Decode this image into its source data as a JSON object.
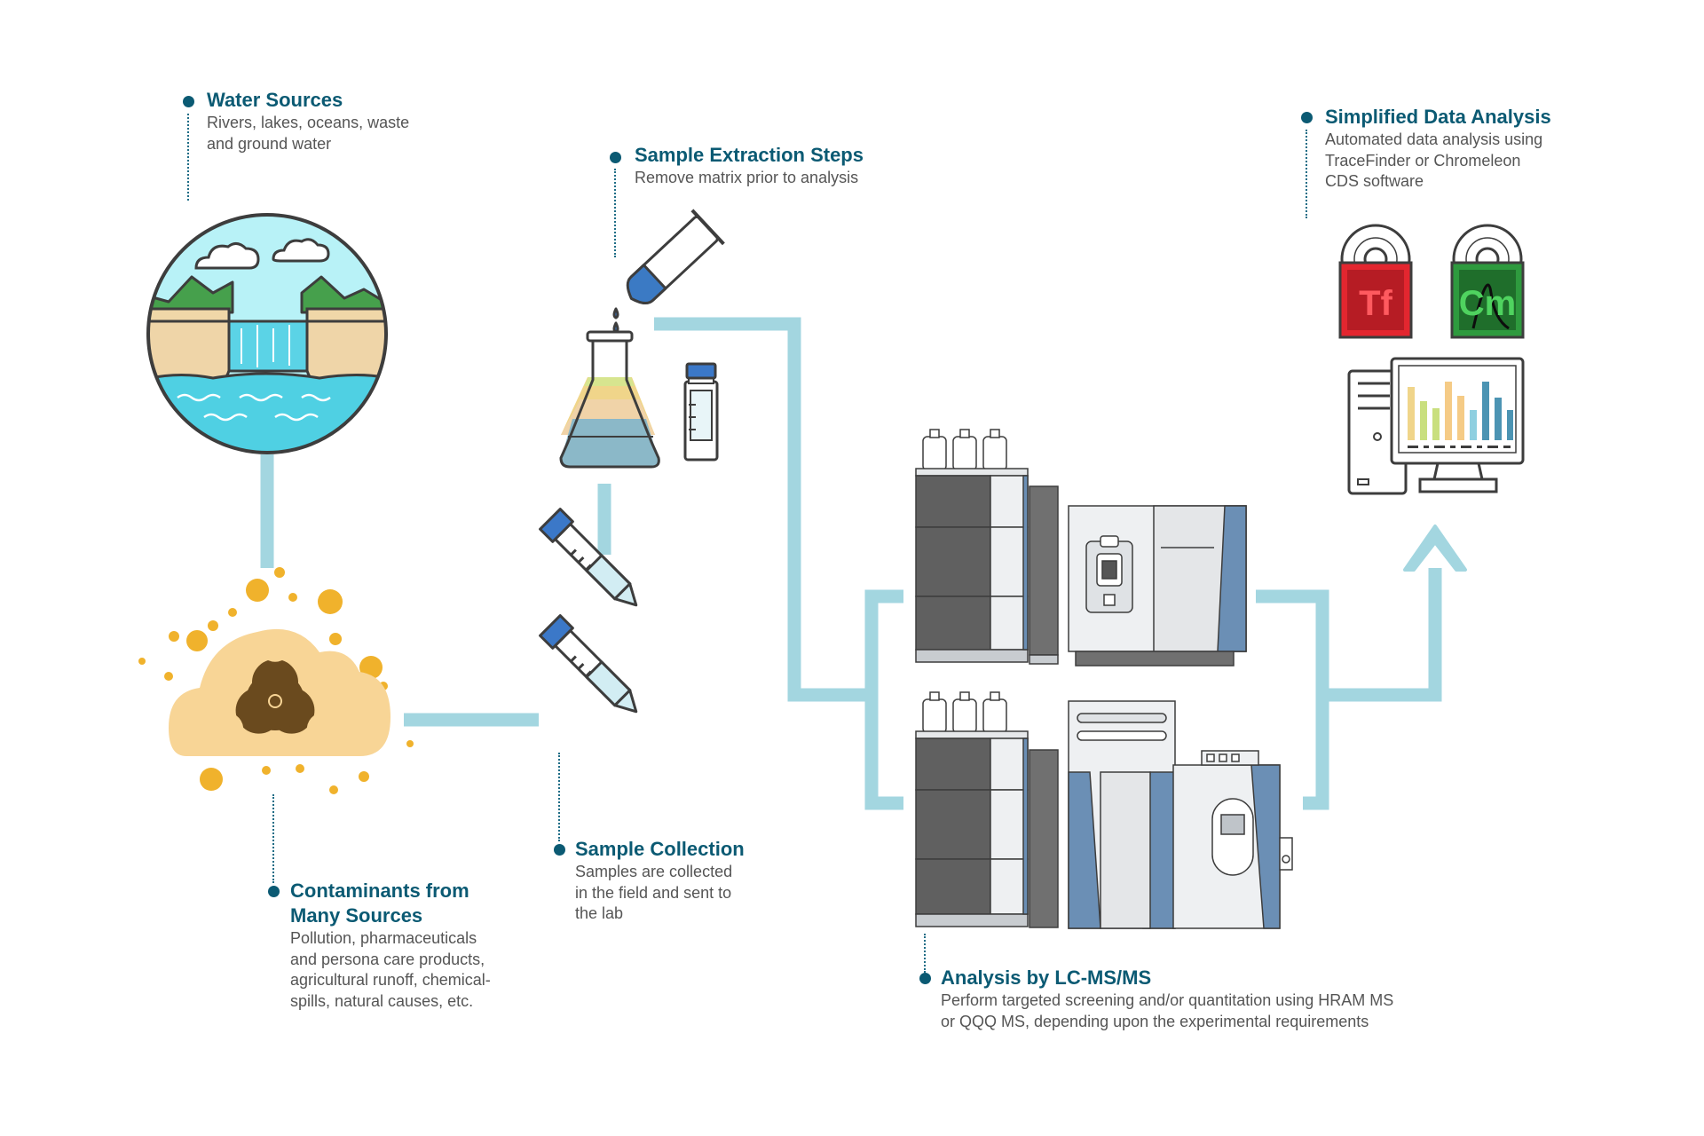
{
  "steps": {
    "water": {
      "title": "Water Sources",
      "desc": "Rivers, lakes, oceans, waste\nand ground water"
    },
    "contaminants": {
      "title": "Contaminants from\nMany Sources",
      "desc": "Pollution, pharmaceuticals\nand persona care products,\nagricultural runoff, chemical-\nspills, natural causes, etc."
    },
    "collection": {
      "title": "Sample Collection",
      "desc": "Samples are collected\nin the field and sent to\nthe lab"
    },
    "extraction": {
      "title": "Sample Extraction Steps",
      "desc": "Remove matrix prior to analysis"
    },
    "analysis": {
      "title": "Analysis by LC-MS/MS",
      "desc": "Perform targeted screening and/or quantitation using HRAM MS\nor QQQ MS, depending upon the experimental requirements"
    },
    "data": {
      "title": "Simplified Data Analysis",
      "desc": "Automated data analysis using\nTraceFinder or Chromeleon\nCDS software"
    }
  },
  "software": {
    "tracefinder_abbr": "Tf",
    "chromeleon_abbr": "Cm"
  },
  "colors": {
    "connector": "#a3d6e0",
    "title": "#0b5a73",
    "text": "#555555",
    "outline": "#3d3d3d",
    "tracefinder_red": "#e3262f",
    "chromeleon_green": "#2e9a3e",
    "contaminant_gold": "#f0b22c",
    "cloud": "#f8d596",
    "instrument_blue": "#6b8fb5"
  },
  "icons": [
    "water-sources-icon",
    "biohazard-cloud-icon",
    "sample-tube-icon",
    "dropper-icon",
    "flask-icon",
    "vial-icon",
    "lc-hram-ms-instrument-icon",
    "lc-qqq-ms-instrument-icon",
    "tracefinder-cd-icon",
    "chromeleon-cd-icon",
    "computer-monitor-icon",
    "arrow-up-icon"
  ]
}
